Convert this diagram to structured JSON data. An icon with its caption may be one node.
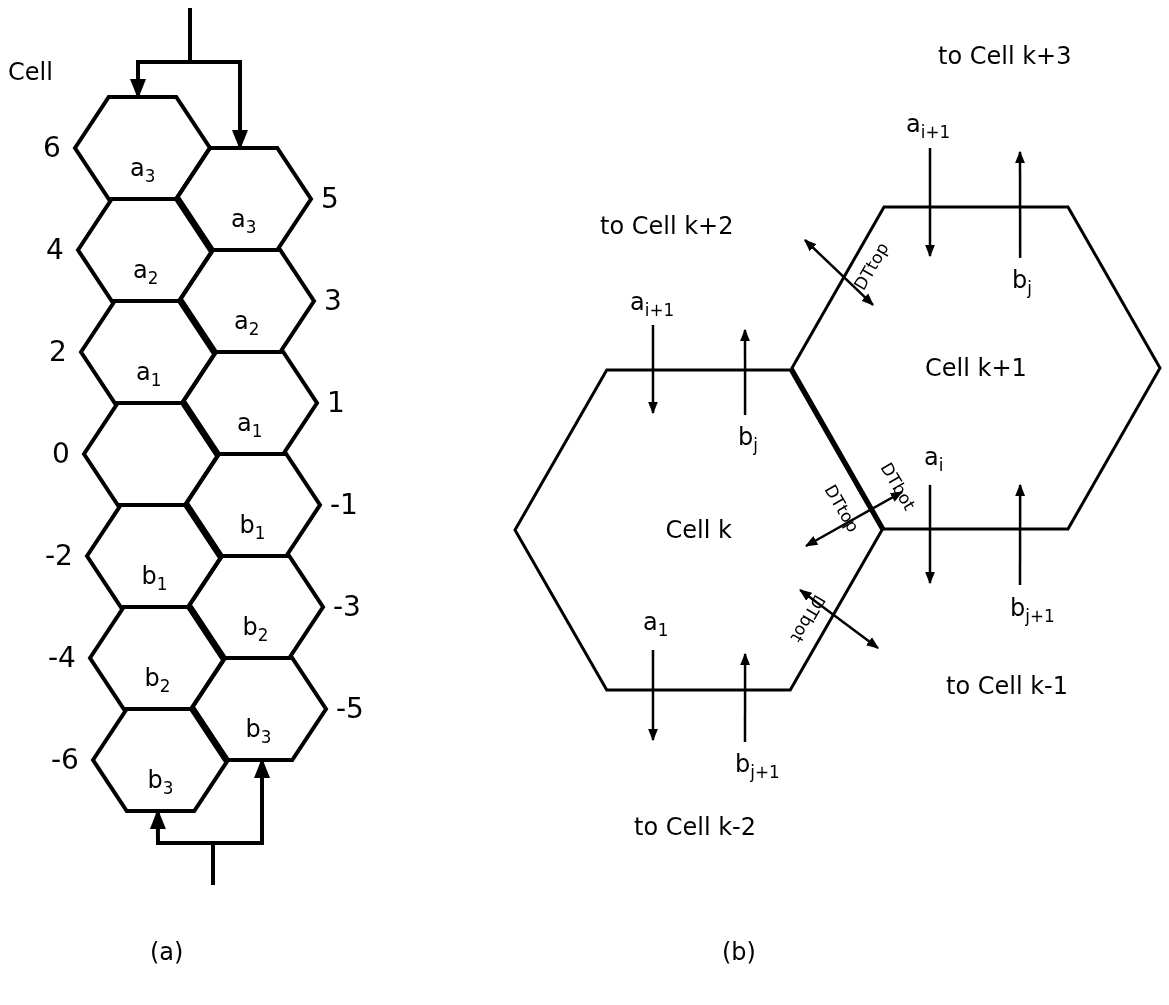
{
  "diagram": {
    "nodes": [
      {
        "text": [
          "a$_{3}$"
        ],
        "beside": [
          "6"
        ]
      },
      {
        "text": [
          "a$_{3}$"
        ],
        "beside": [
          "5"
        ]
      },
      {
        "text": [
          "a$_{2}$"
        ],
        "beside": [
          "4"
        ]
      },
      {
        "text": [
          "a$_{2}$"
        ],
        "beside": [
          "3"
        ]
      },
      {
        "text": [
          "a$_{1}$"
        ],
        "beside": [
          "2"
        ]
      },
      {
        "text": [
          "a$_{1}$"
        ],
        "beside": [
          "1"
        ]
      },
      {
        "text": [],
        "shape": "hexagon",
        "beside": [
          "0"
        ]
      },
      {
        "text": [
          "b$_{1}$"
        ],
        "beside": [
          "-1"
        ]
      },
      {
        "text": [
          "b$_{1}$"
        ],
        "beside": [
          "-2"
        ]
      },
      {
        "text": [
          "b$_{2}$"
        ],
        "beside": [
          "-3"
        ]
      },
      {
        "text": [
          "b$_{2}$"
        ],
        "beside": [
          "-4"
        ]
      },
      {
        "text": [
          "b$_{3}$"
        ],
        "beside": [
          "-5"
        ]
      },
      {
        "text": [
          "b$_{3}$"
        ],
        "beside": [
          "-6"
        ]
      },
      {
        "text": [
          "Cell k+1"
        ]
      },
      {
        "text": [
          "Cell k"
        ]
      }
    ],
    "edges": [
      {
        "from": null,
        "to": 0,
        "arrow": "to"
      },
      {
        "from": null,
        "to": 1,
        "arrow": "to"
      },
      {
        "from": null,
        "to": 12,
        "arrow": "to"
      },
      {
        "from": null,
        "to": 11,
        "arrow": "to"
      },
      {
        "from": null,
        "to": 13,
        "arrow": "to",
        "label": "a$_{i+1}$"
      },
      {
        "from": 13,
        "to": null,
        "arrow": "to",
        "label": "b$_{j}$"
      },
      {
        "from": 13,
        "to": null,
        "arrow": "both",
        "label": "DTtop"
      },
      {
        "from": null,
        "to": 14,
        "arrow": "to",
        "label": "a$_{i+1}$"
      },
      {
        "from": 14,
        "to": null,
        "arrow": "to",
        "label": "b$_{j}$"
      },
      {
        "from": 14,
        "to": 13,
        "arrow": "both"
      },
      {
        "from": 13,
        "to": null,
        "arrow": "to",
        "label": "a$_{i}$"
      },
      {
        "from": null,
        "to": 13,
        "arrow": "to",
        "label": "b$_{j+1}$"
      },
      {
        "from": 14,
        "to": null,
        "arrow": "both",
        "label": "DTbot"
      },
      {
        "from": 14,
        "to": null,
        "arrow": "to",
        "label": "a$_{1}$"
      },
      {
        "from": null,
        "to": 14,
        "arrow": "to",
        "label": "b$_{j+1}$"
      }
    ],
    "labels": [
      "Cell",
      "to Cell k+3",
      "to Cell k+2",
      "DTbot",
      "DTtop",
      "to Cell k-1",
      "to Cell k-2",
      "(a)",
      "(b)"
    ]
  }
}
